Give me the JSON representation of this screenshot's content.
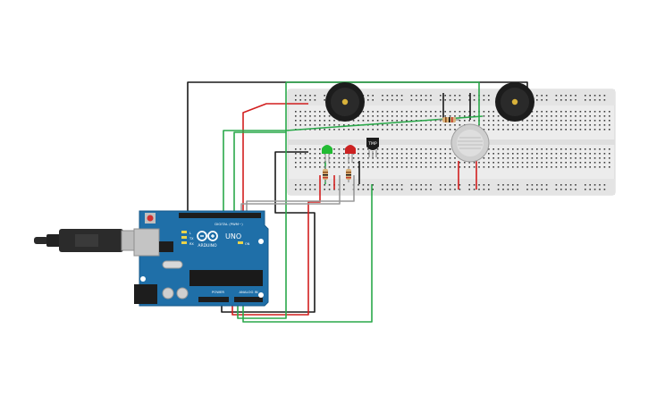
{
  "board": {
    "logo_text": "ARDUINO",
    "model_text": "UNO",
    "digital_label": "DIGITAL (PWM~)",
    "power_label": "POWER",
    "analog_label": "ANALOG IN",
    "tx_label": "TX",
    "rx_label": "RX",
    "l_label": "L",
    "on_label": "ON"
  },
  "sensor": {
    "label": "TMP"
  },
  "colors": {
    "board": "#1f6fa8",
    "breadboard": "#ececec",
    "wire_black": "#1a1a1a",
    "wire_red": "#d21f1f",
    "wire_green": "#2aa84a",
    "wire_gray": "#9a9a9a",
    "led_green": "#22bb33",
    "led_red": "#cc2222",
    "buzzer": "#1c1c1c"
  },
  "icons": {
    "usb_cable": "usb-cable-icon",
    "buzzer": "piezo-buzzer-icon",
    "gas_sensor": "gas-sensor-icon",
    "temperature_sensor": "temperature-sensor-icon"
  }
}
